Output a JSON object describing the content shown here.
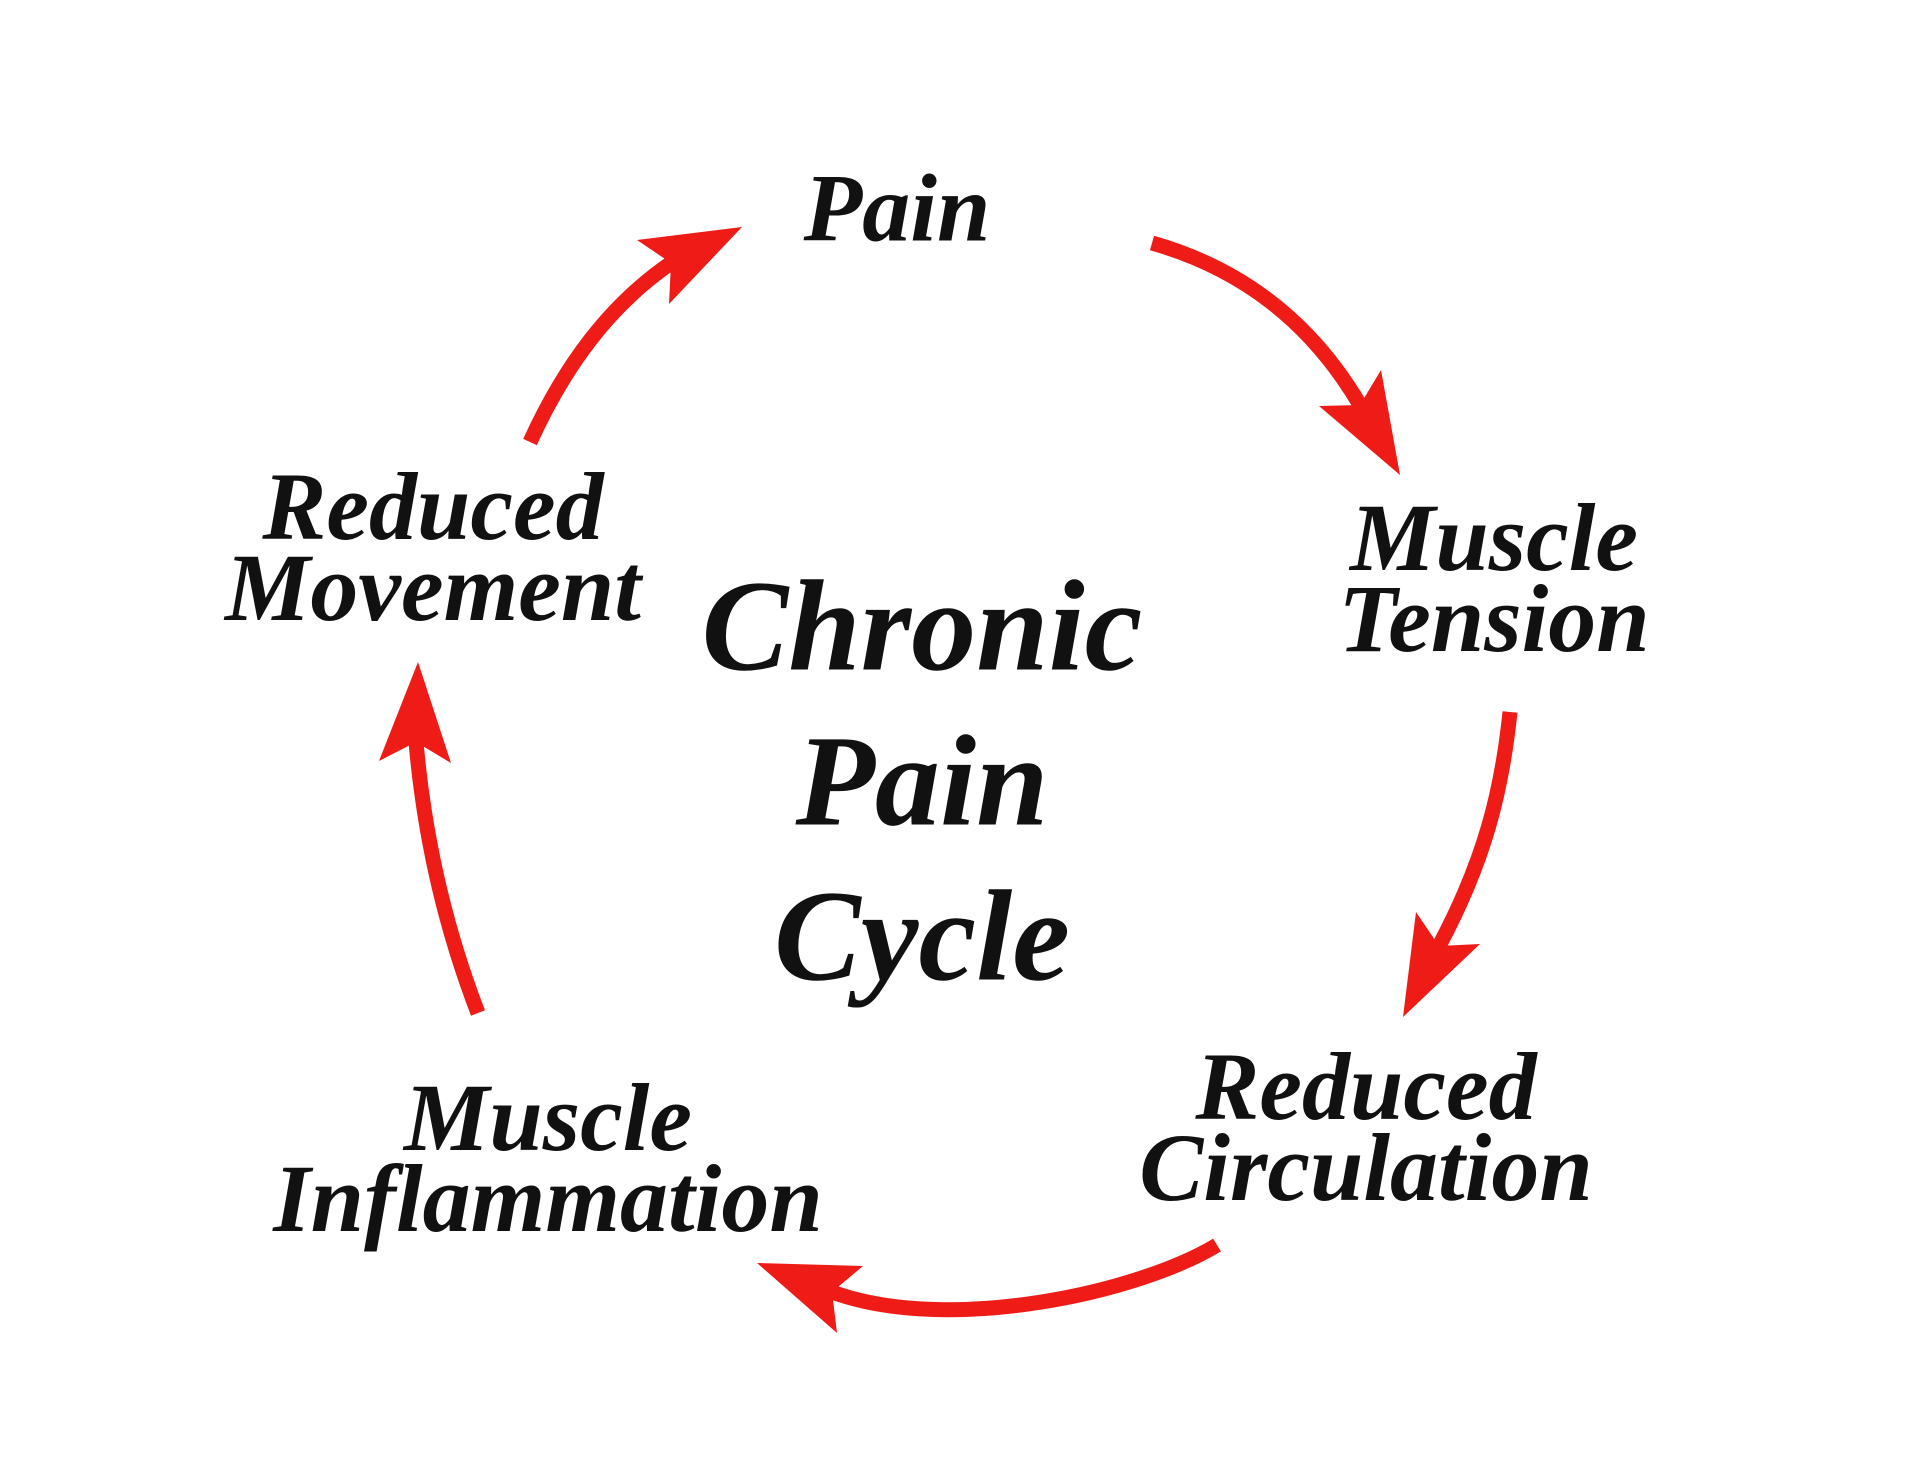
{
  "theme": {
    "background": "#ffffff",
    "text": "#111111",
    "arrow": "#ee1b17"
  },
  "diagram": {
    "title": {
      "line1": "Chronic",
      "line2": "Pain",
      "line3": "Cycle"
    },
    "nodes": {
      "pain": {
        "label": "Pain"
      },
      "muscle_tension": {
        "line1": "Muscle",
        "line2": "Tension"
      },
      "reduced_circulation": {
        "line1": "Reduced",
        "line2": "Circulation"
      },
      "muscle_inflammation": {
        "line1": "Muscle",
        "line2": "Inflammation"
      },
      "reduced_movement": {
        "line1": "Reduced",
        "line2": "Movement"
      }
    },
    "arrows": [
      {
        "from": "Reduced Movement",
        "to": "Pain"
      },
      {
        "from": "Pain",
        "to": "Muscle Tension"
      },
      {
        "from": "Muscle Tension",
        "to": "Reduced Circulation"
      },
      {
        "from": "Reduced Circulation",
        "to": "Muscle Inflammation"
      },
      {
        "from": "Muscle Inflammation",
        "to": "Reduced Movement"
      }
    ]
  }
}
